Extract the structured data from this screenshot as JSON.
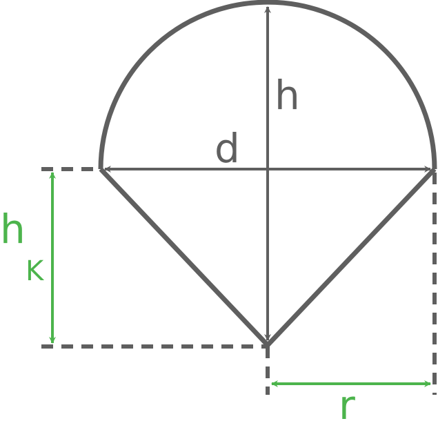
{
  "labels": {
    "height": "h",
    "diameter": "d",
    "cone_height_main": "h",
    "cone_height_sub": "K",
    "radius": "r"
  },
  "colors": {
    "outline": "#5f5f5f",
    "dimension_gray": "#5f5f5f",
    "dimension_green": "#4cb44c",
    "background": "#ffffff"
  }
}
